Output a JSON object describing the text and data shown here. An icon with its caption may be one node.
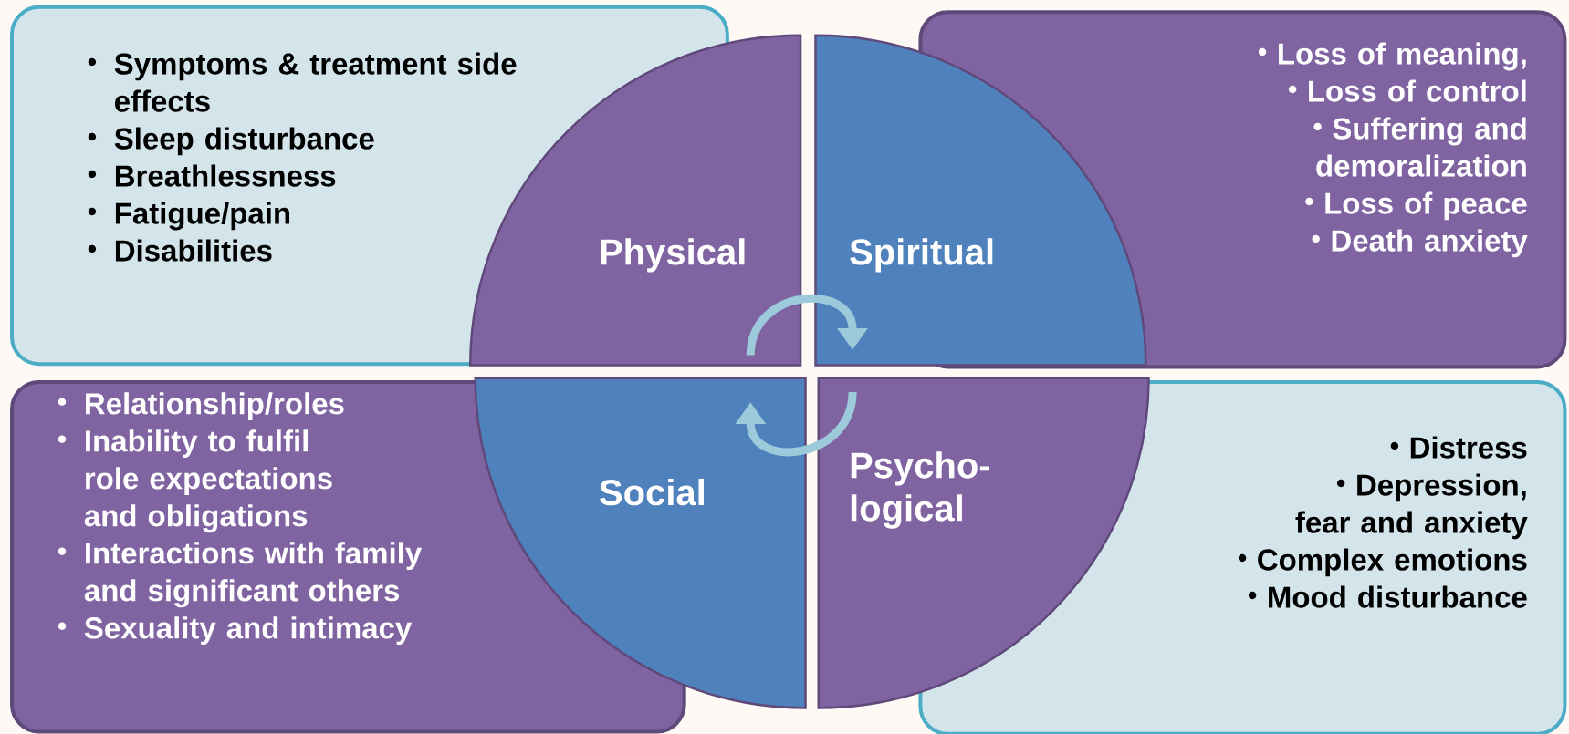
{
  "diagram": {
    "nodes": [
      {
        "text": [
          "Symptoms & treatment side effects",
          "Sleep disturbance",
          "Breathlessness",
          "Fatigue/pain",
          "Disabilities"
        ]
      },
      {
        "text": [
          "Physical"
        ]
      },
      {
        "text": [
          "Spiritual"
        ]
      },
      {
        "text": [
          "Loss of meaning,",
          "Loss of control",
          "Suffering and demoralization",
          "Loss of peace",
          "Death anxiety"
        ]
      },
      {
        "text": [
          "Relationship/roles",
          "Inability to fulfil role expectations and obligations",
          "Interactions with family and significant others",
          "Sexuality and intimacy"
        ]
      },
      {
        "text": [
          "Social"
        ]
      },
      {
        "text": [
          "Psycho- logical"
        ]
      },
      {
        "text": [
          "Distress",
          "Depression, fear and anxiety",
          "Complex emotions",
          "Mood disturbance"
        ]
      }
    ],
    "edges": [
      {
        "from": 1,
        "to": 2,
        "arrow": "to"
      },
      {
        "from": 6,
        "to": 5,
        "arrow": "to"
      }
    ]
  }
}
